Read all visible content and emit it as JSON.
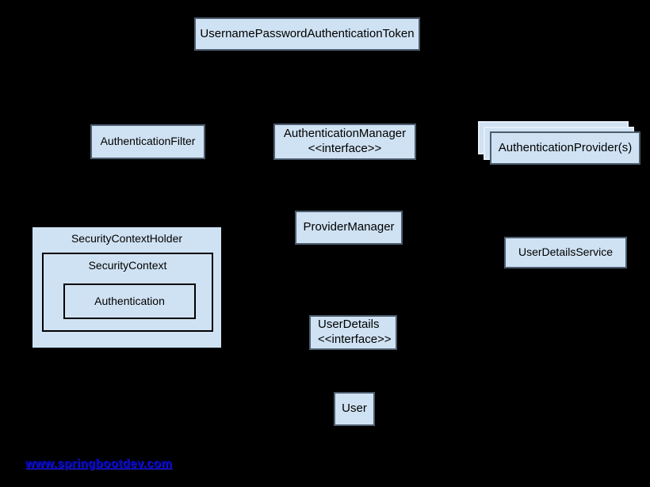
{
  "colors": {
    "background": "#000000",
    "box_fill": "#cfe2f3",
    "box_border": "#4d5d6e",
    "nested_border": "#000000",
    "stack_back_border": "#e6eef8",
    "link": "#0000bf",
    "text": "#000000"
  },
  "nodes": {
    "token": {
      "label": "UsernamePasswordAuthenticationToken"
    },
    "filter": {
      "label": "AuthenticationFilter"
    },
    "manager": {
      "label": "AuthenticationManager",
      "stereotype": "<<interface>>"
    },
    "providers": {
      "label": "AuthenticationProvider(s)"
    },
    "provider_manager": {
      "label": "ProviderManager"
    },
    "user_details_service": {
      "label": "UserDetailsService"
    },
    "security_context_holder": {
      "label": "SecurityContextHolder"
    },
    "security_context": {
      "label": "SecurityContext"
    },
    "authentication": {
      "label": "Authentication"
    },
    "user_details": {
      "label": "UserDetails",
      "stereotype": "<<interface>>"
    },
    "user": {
      "label": "User"
    }
  },
  "footer": {
    "link_text": "www.springbootdev.com"
  }
}
